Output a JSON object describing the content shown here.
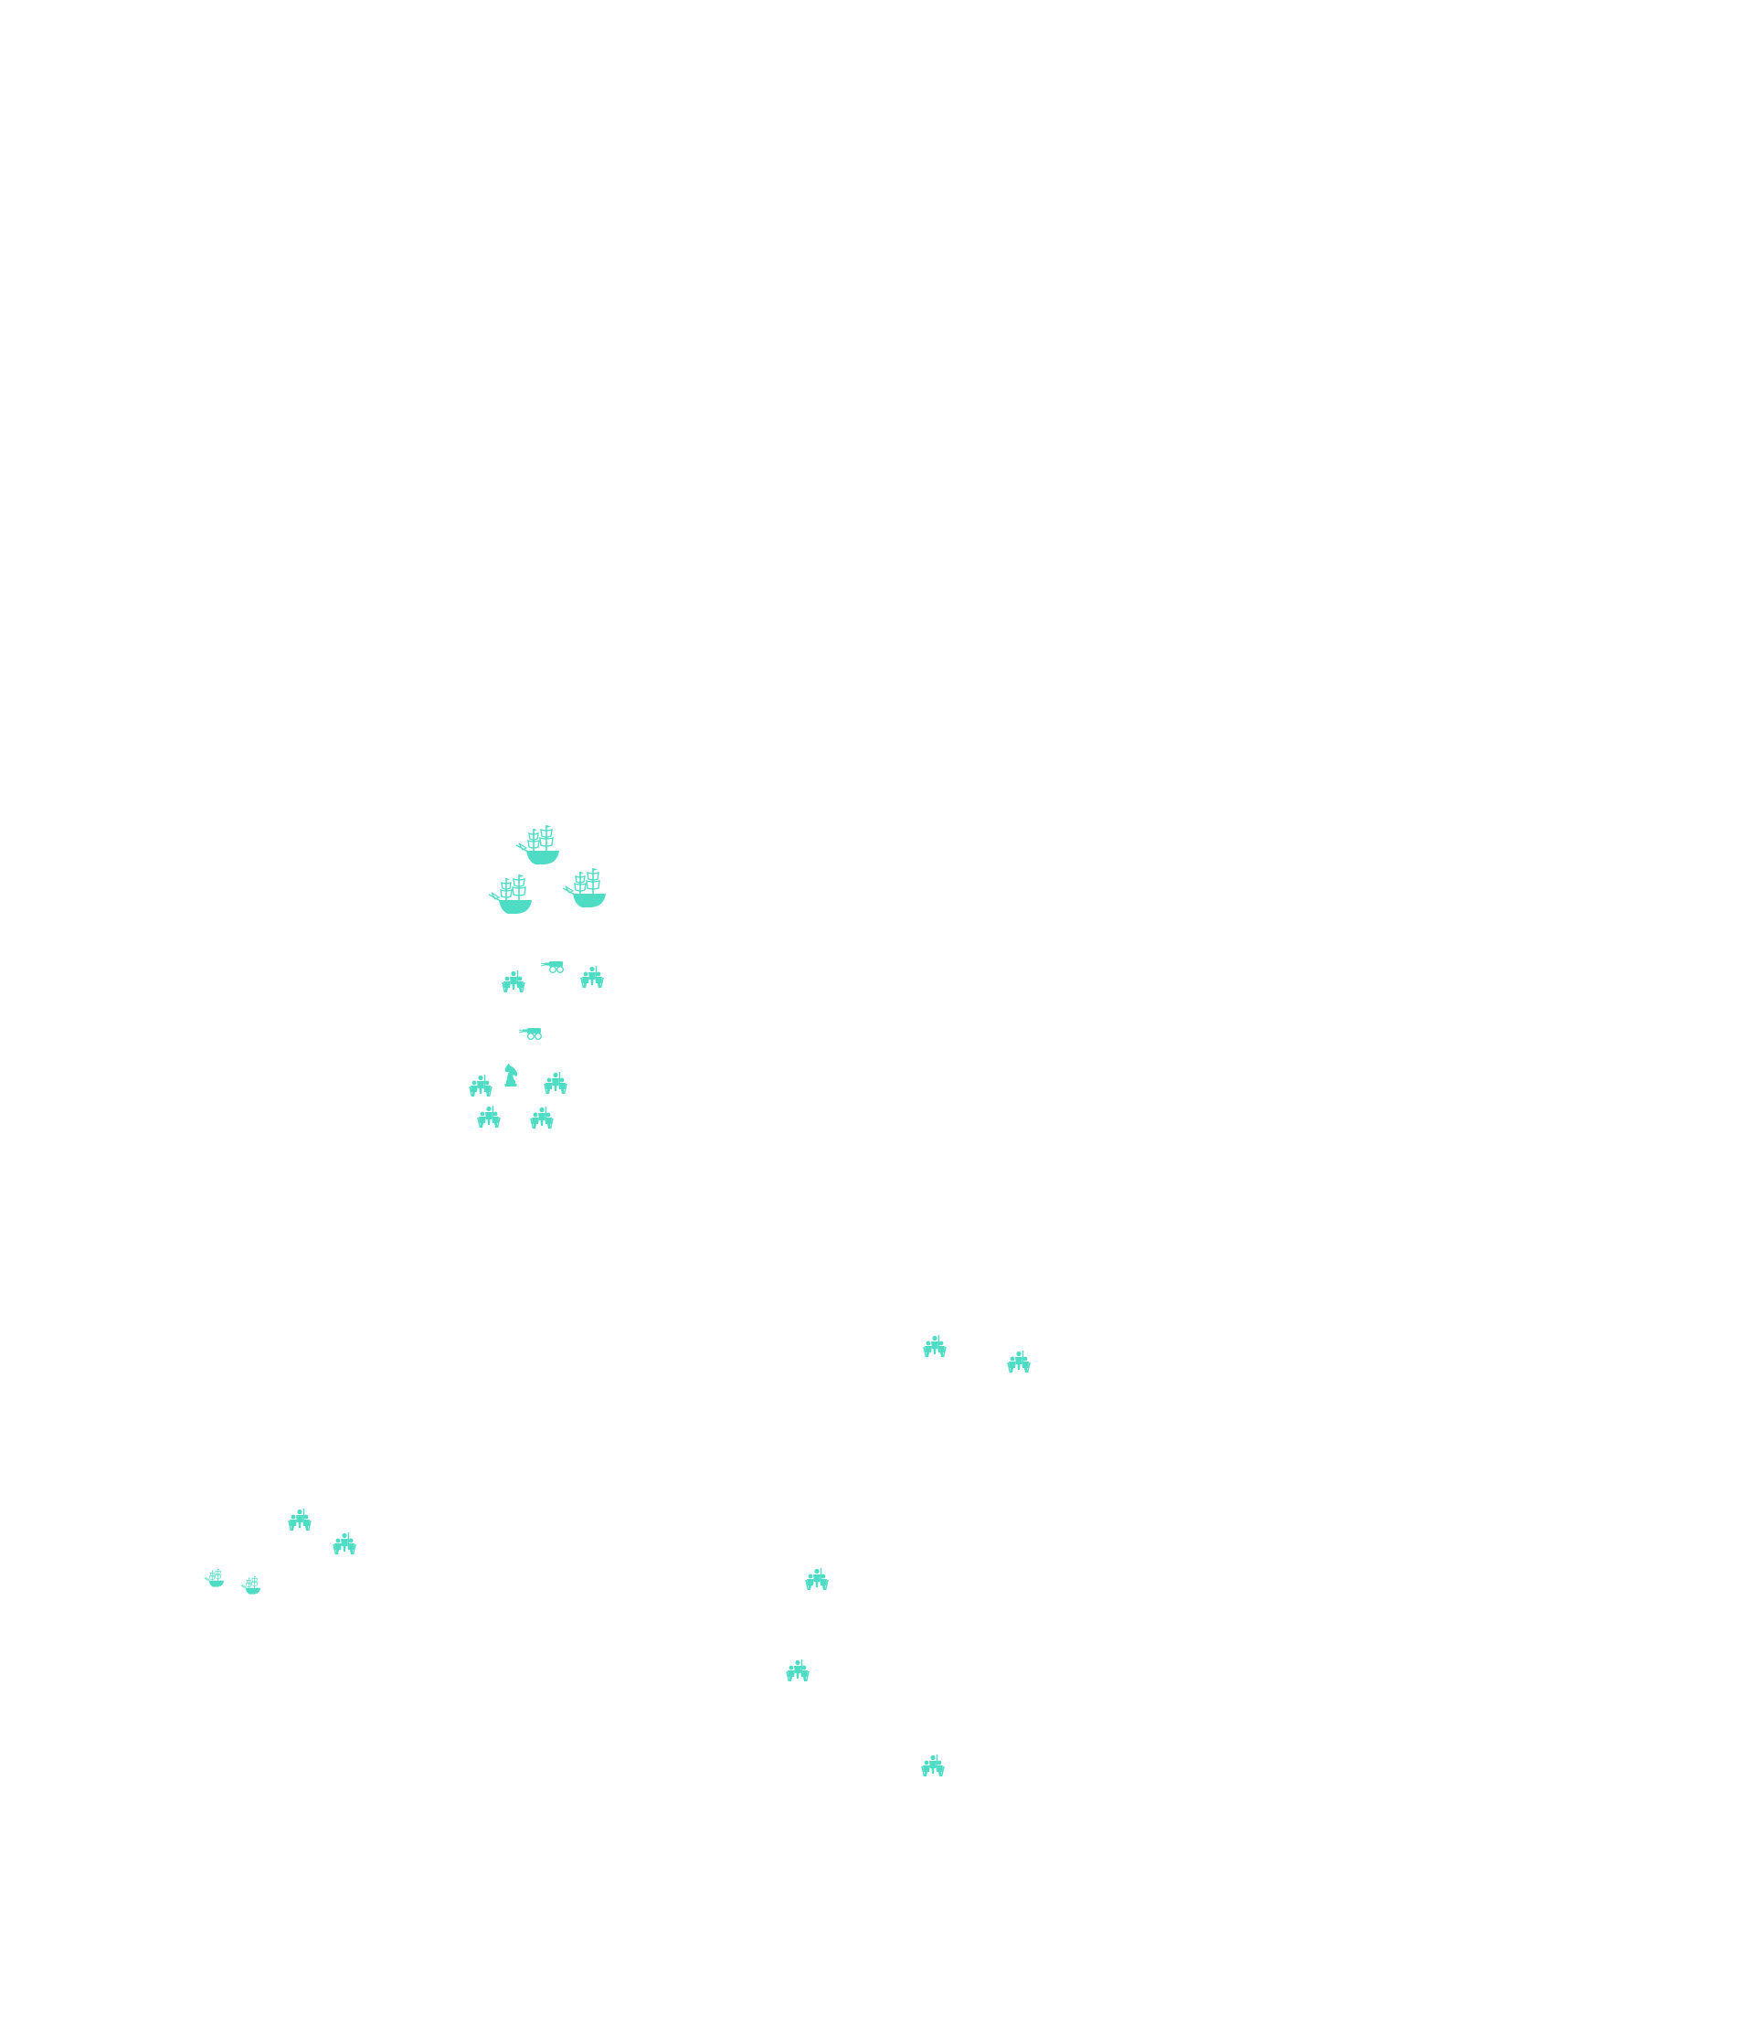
{
  "palette": {
    "background": "#ffffff",
    "unit_color": "#4fdcc4"
  },
  "units": {
    "naval_group_north": [
      {
        "type": "ship",
        "icon": "sailing-ship-icon"
      },
      {
        "type": "ship",
        "icon": "sailing-ship-icon"
      },
      {
        "type": "ship",
        "icon": "sailing-ship-icon"
      }
    ],
    "army_group_north": [
      {
        "type": "infantry",
        "icon": "infantry-icon"
      },
      {
        "type": "artillery",
        "icon": "cannon-icon"
      },
      {
        "type": "infantry",
        "icon": "infantry-icon"
      },
      {
        "type": "artillery",
        "icon": "cannon-icon"
      },
      {
        "type": "infantry",
        "icon": "infantry-icon"
      },
      {
        "type": "cavalry",
        "icon": "knight-icon"
      },
      {
        "type": "infantry",
        "icon": "infantry-icon"
      },
      {
        "type": "infantry",
        "icon": "infantry-icon"
      },
      {
        "type": "infantry",
        "icon": "infantry-icon"
      }
    ],
    "army_group_east": [
      {
        "type": "infantry",
        "icon": "infantry-icon"
      },
      {
        "type": "infantry",
        "icon": "infantry-icon"
      }
    ],
    "group_southwest": [
      {
        "type": "infantry",
        "icon": "infantry-icon"
      },
      {
        "type": "infantry",
        "icon": "infantry-icon"
      },
      {
        "type": "ship",
        "icon": "sailing-ship-icon"
      },
      {
        "type": "ship",
        "icon": "sailing-ship-icon"
      }
    ],
    "army_group_south": [
      {
        "type": "infantry",
        "icon": "infantry-icon"
      },
      {
        "type": "infantry",
        "icon": "infantry-icon"
      },
      {
        "type": "infantry",
        "icon": "infantry-icon"
      }
    ]
  }
}
